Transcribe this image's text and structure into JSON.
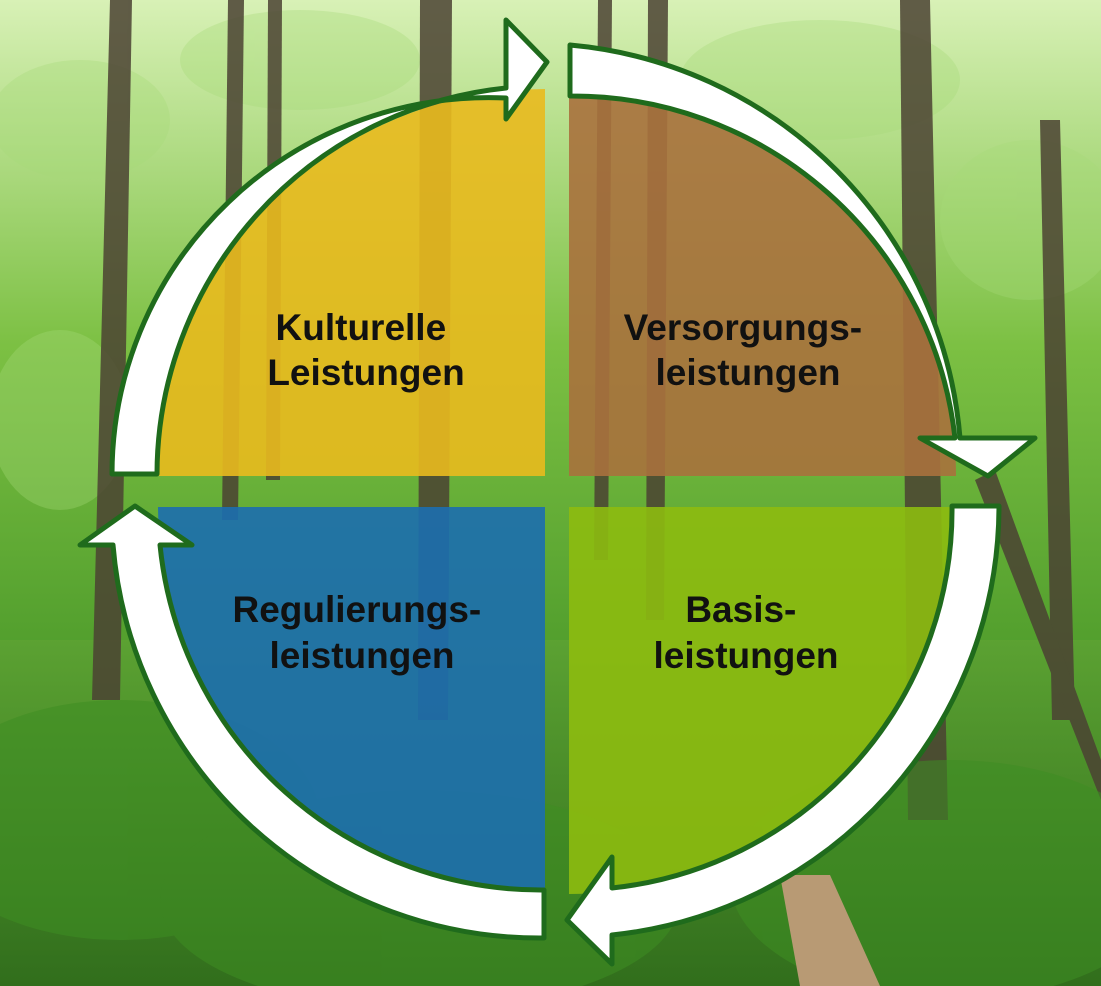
{
  "quadrants": {
    "top_left": {
      "line1": "Kulturelle",
      "line2": "Leistungen",
      "color": "#E9BA1E"
    },
    "top_right": {
      "line1": "Versorgungs-",
      "line2": "leistungen",
      "color": "#A9713D"
    },
    "bottom_left": {
      "line1": "Regulierungs-",
      "line2": "leistungen",
      "color": "#1C6EAF"
    },
    "bottom_right": {
      "line1": "Basis-",
      "line2": "leistungen",
      "color": "#8DBB10"
    }
  },
  "colors": {
    "arrow_fill": "#FFFFFF",
    "arrow_outline": "#1F6B1C",
    "forest_light": "#CFEFA8",
    "forest_mid": "#5FA82E",
    "forest_dark": "#24561A",
    "trunk": "#4A4132",
    "path": "#B89A74"
  }
}
